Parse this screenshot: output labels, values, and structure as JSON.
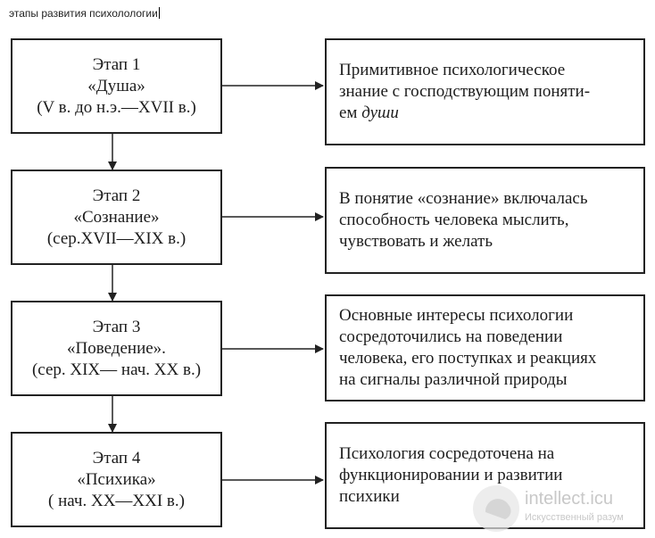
{
  "caption": "этапы развития психолологии",
  "stages": [
    {
      "title": "Этап 1",
      "name": "«Душа»",
      "period": "(V в. до н.э.—XVII в.)",
      "desc": [
        "Примитивное психологическое",
        "знание с господствующим  поняти-",
        "ем "
      ],
      "desc_italic": "души"
    },
    {
      "title": "Этап 2",
      "name": "«Сознание»",
      "period": "(сер.XVII—XIX в.)",
      "desc": [
        "В понятие «сознание» включалась",
        "способность человека мыслить,",
        "чувствовать и желать"
      ]
    },
    {
      "title": "Этап 3",
      "name": "«Поведение».",
      "period": "(сер. XIX— нач. XX в.)",
      "desc": [
        "Основные интересы психологии",
        "сосредоточились на поведении",
        "человека, его поступках и реакциях",
        "на сигналы различной природы"
      ]
    },
    {
      "title": "Этап 4",
      "name": "«Психика»",
      "period": "( нач. XX—XXI в.)",
      "desc": [
        "Психология сосредоточена на",
        "функционировании и развитии",
        "психики"
      ]
    }
  ],
  "watermark": {
    "logo": "intellect.icu",
    "tagline": "Искусственный разум"
  }
}
